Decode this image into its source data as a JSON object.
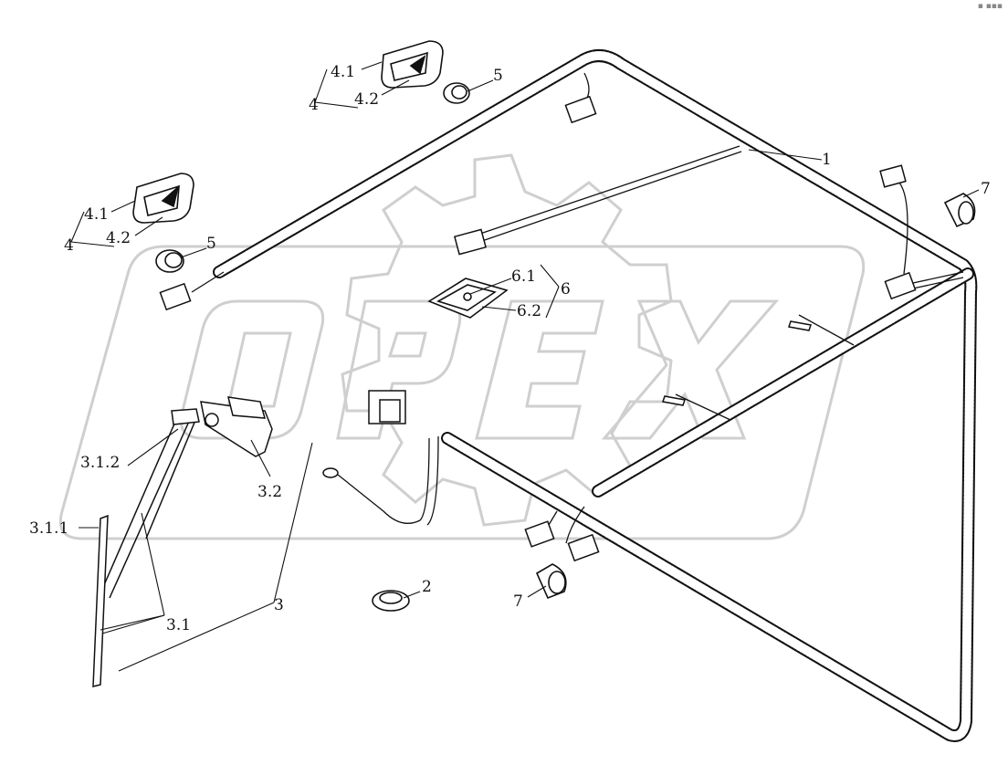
{
  "diagram": {
    "labels": {
      "l1": "1",
      "l2": "2",
      "l3": "3",
      "l3_1": "3.1",
      "l3_1_1": "3.1.1",
      "l3_1_2": "3.1.2",
      "l3_2": "3.2",
      "l4_top": "4",
      "l4_1_top": "4.1",
      "l4_2_top": "4.2",
      "l4_left": "4",
      "l4_1_left": "4.1",
      "l4_2_left": "4.2",
      "l5_top": "5",
      "l5_left": "5",
      "l6": "6",
      "l6_1": "6.1",
      "l6_2": "6.2",
      "l7_right": "7",
      "l7_bottom": "7"
    },
    "watermark_logo": "OPEX",
    "corner_mark": "▪ ▪▪▪"
  },
  "colors": {
    "line": "#111111",
    "watermark": "#cfcfcf"
  }
}
